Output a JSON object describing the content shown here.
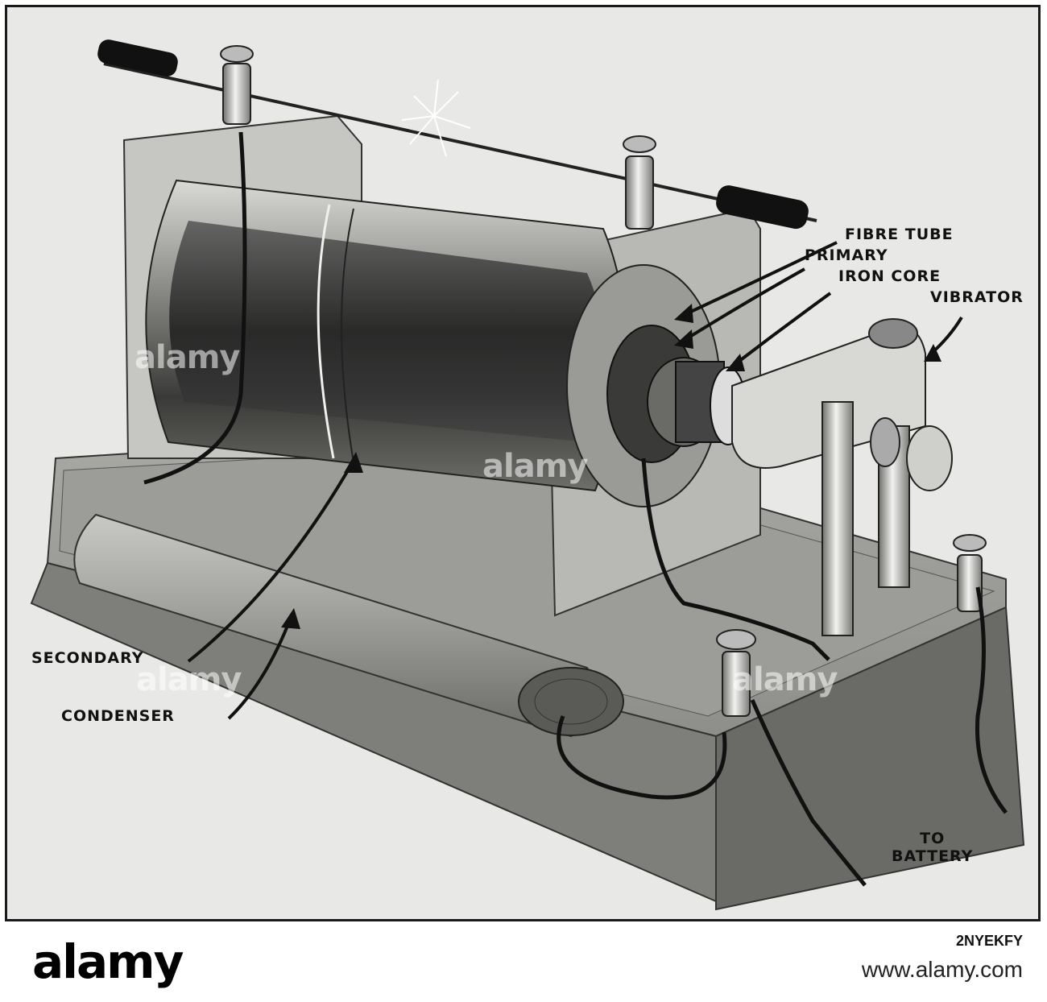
{
  "labels": {
    "fibre_tube": "FIBRE TUBE",
    "primary": "PRIMARY",
    "iron_core": "IRON CORE",
    "vibrator": "VIBRATOR",
    "secondary": "SECONDARY",
    "condenser": "CONDENSER",
    "to_battery_line1": "TO",
    "to_battery_line2": "BATTERY"
  },
  "watermark": {
    "text": "alamy"
  },
  "footer": {
    "logo": "alamy",
    "image_id": "2NYEKFY",
    "url": "www.alamy.com"
  },
  "colors": {
    "background": "#e8e8e6",
    "ink": "#111111"
  }
}
